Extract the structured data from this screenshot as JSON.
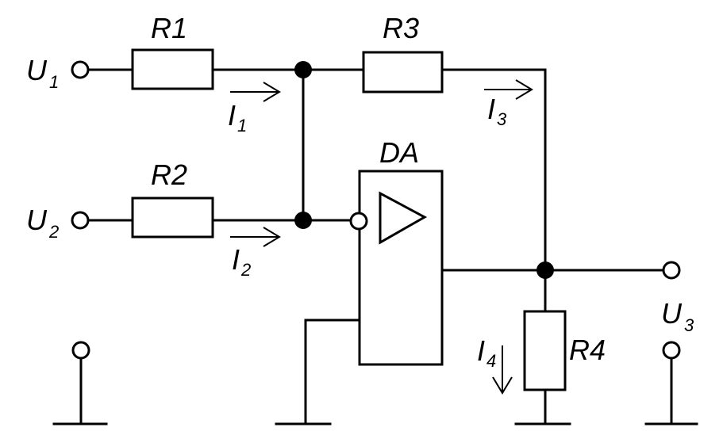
{
  "labels": {
    "u1": "U",
    "u1_sub": "1",
    "u2": "U",
    "u2_sub": "2",
    "u3": "U",
    "u3_sub": "3",
    "i1": "I",
    "i1_sub": "1",
    "i2": "I",
    "i2_sub": "2",
    "i3": "I",
    "i3_sub": "3",
    "i4": "I",
    "i4_sub": "4",
    "r1": "R1",
    "r2": "R2",
    "r3": "R3",
    "r4": "R4",
    "da": "DA"
  }
}
